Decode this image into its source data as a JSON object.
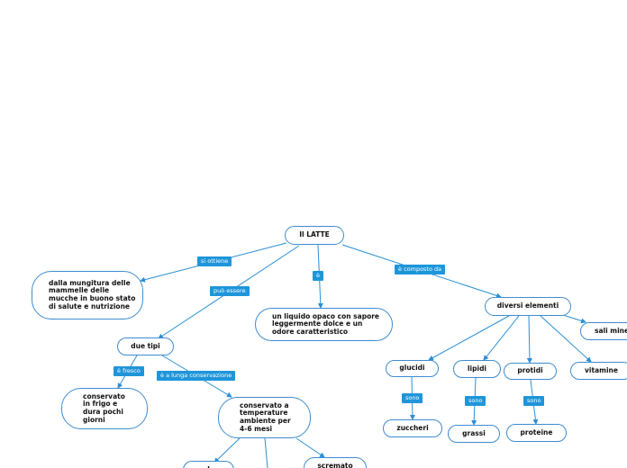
{
  "root": "Il LATTE",
  "nodes": {
    "origin": "dalla mungitura delle mammelle delle mucche in buono stato di salute e nutrizione",
    "types": "due tipi",
    "definition": "un liquido opaco con sapore leggermente dolce e un odore caratteristico",
    "elements": "diversi elementi",
    "salts": "sali mine",
    "carbs": "glucidi",
    "sugars": "zuccheri",
    "lipids": "lipidi",
    "fats": "grassi",
    "protids": "protidi",
    "proteins": "proteine",
    "vitamins": "vitamine",
    "fresh": "conservato in frigo e dura pochi giorni",
    "longlife": "conservato a temperature ambiente per 4-6 mesi",
    "cut_partial": "I",
    "skimmed": "scremato"
  },
  "labels": {
    "obtained": "si ottiene",
    "can_be": "può essere",
    "is": "è",
    "composed": "è composto da",
    "fresh": "è fresco",
    "longlife": "è a lunga conservazione",
    "sono_carbs": "sono",
    "sono_lipids": "sono",
    "sono_protids": "sono"
  },
  "colors": {
    "line": "#2a8fd4",
    "label_bg": "#1f95da",
    "node_border": "#3f8ccf"
  }
}
